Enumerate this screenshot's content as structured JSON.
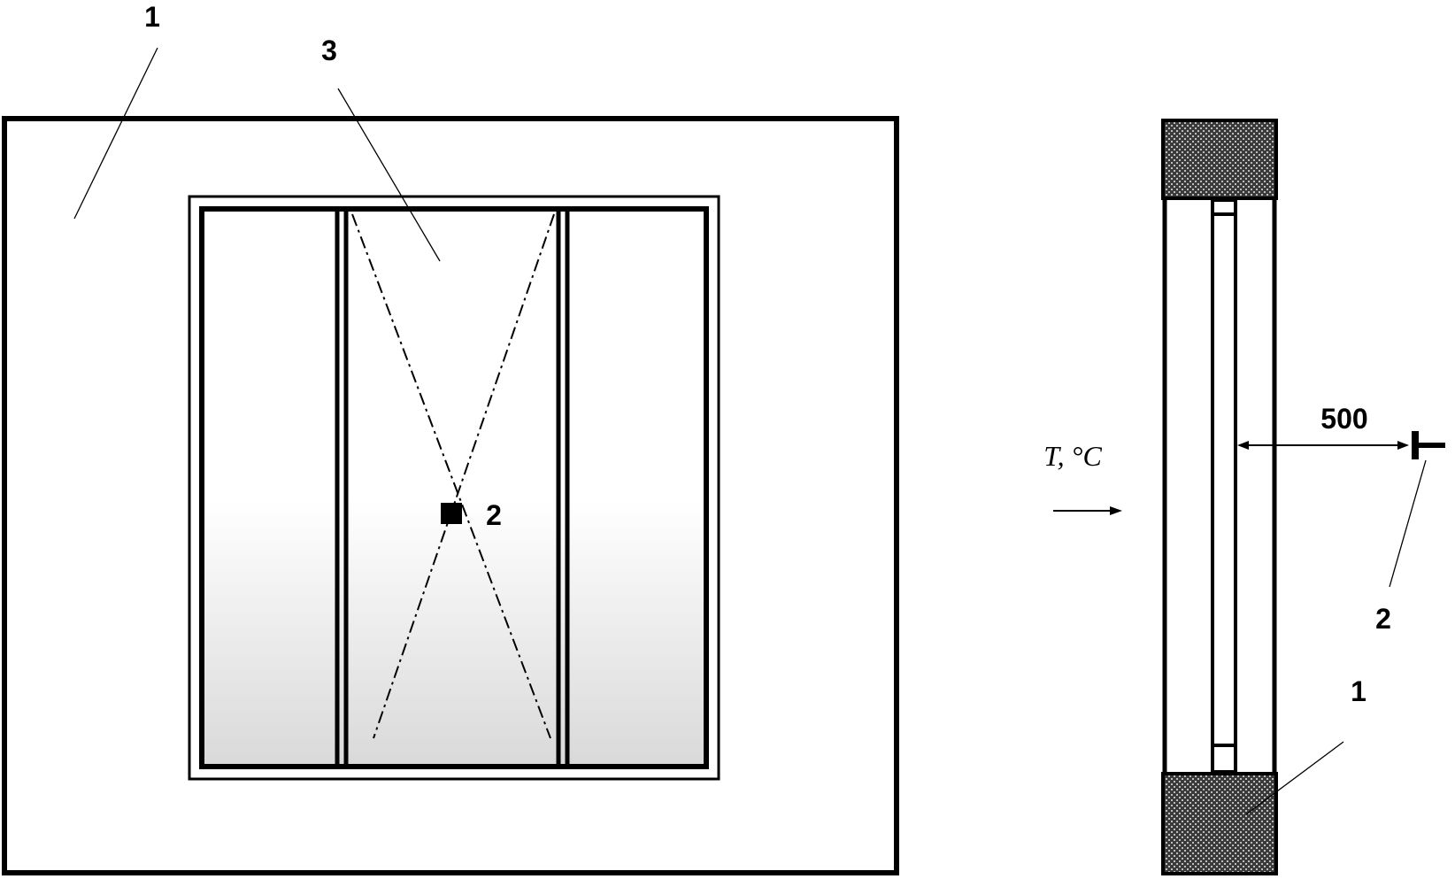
{
  "front_view": {
    "label_wall": "1",
    "label_window": "3",
    "label_sensor": "2"
  },
  "side_view": {
    "heat_flow_label": "T,  °C",
    "distance_label": "500",
    "label_sensor": "2",
    "label_wall": "1"
  }
}
